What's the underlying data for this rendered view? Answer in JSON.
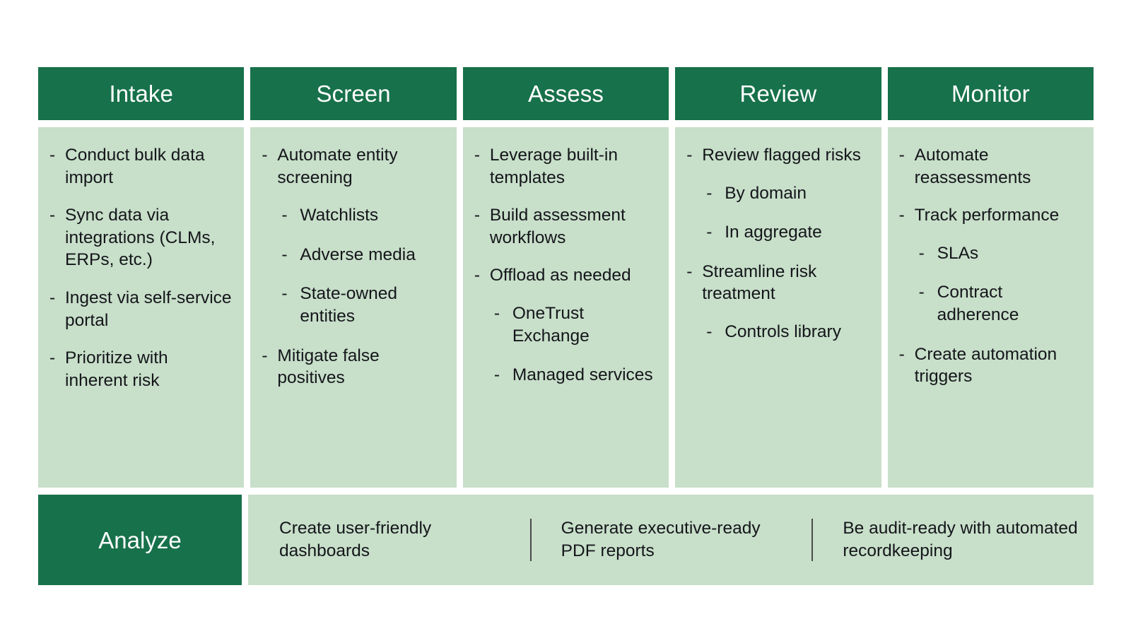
{
  "theme": {
    "dark_green": "#17714A",
    "light_green": "#C8DFCA",
    "text": "#14161A",
    "header_text": "#FFFFFF",
    "divider": "#4A4A4A"
  },
  "stages": [
    {
      "title": "Intake",
      "bullets": [
        {
          "level": 1,
          "text": "Conduct bulk data import"
        },
        {
          "level": 1,
          "text": "Sync data via integrations (CLMs, ERPs, etc.)"
        },
        {
          "level": 1,
          "text": "Ingest via self-service portal"
        },
        {
          "level": 1,
          "text": "Prioritize with inherent risk"
        }
      ]
    },
    {
      "title": "Screen",
      "bullets": [
        {
          "level": 1,
          "text": "Automate entity screening"
        },
        {
          "level": 2,
          "text": "Watchlists"
        },
        {
          "level": 2,
          "text": "Adverse media"
        },
        {
          "level": 2,
          "text": "State-owned entities"
        },
        {
          "level": 1,
          "text": "Mitigate false positives"
        }
      ]
    },
    {
      "title": "Assess",
      "bullets": [
        {
          "level": 1,
          "text": "Leverage built-in templates"
        },
        {
          "level": 1,
          "text": "Build assessment workflows"
        },
        {
          "level": 1,
          "text": "Offload as needed"
        },
        {
          "level": 2,
          "text": "OneTrust Exchange"
        },
        {
          "level": 2,
          "text": "Managed services"
        }
      ]
    },
    {
      "title": "Review",
      "bullets": [
        {
          "level": 1,
          "text": "Review flagged risks"
        },
        {
          "level": 2,
          "text": "By domain"
        },
        {
          "level": 2,
          "text": "In aggregate"
        },
        {
          "level": 1,
          "text": "Streamline risk treatment"
        },
        {
          "level": 2,
          "text": "Controls library"
        }
      ]
    },
    {
      "title": "Monitor",
      "bullets": [
        {
          "level": 1,
          "text": "Automate reassessments"
        },
        {
          "level": 1,
          "text": "Track performance"
        },
        {
          "level": 2,
          "text": "SLAs"
        },
        {
          "level": 2,
          "text": "Contract adherence"
        },
        {
          "level": 1,
          "text": "Create automation triggers"
        }
      ]
    }
  ],
  "analyze": {
    "label": "Analyze",
    "items": [
      "Create user-friendly dashboards",
      "Generate executive-ready PDF reports",
      "Be audit-ready with automated recordkeeping"
    ]
  }
}
